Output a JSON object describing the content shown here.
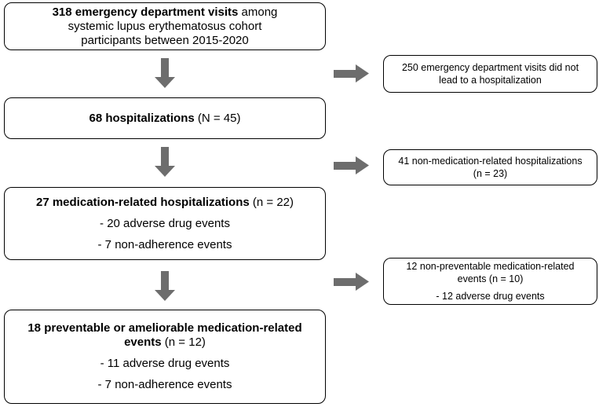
{
  "colors": {
    "arrow": "#6d6d6d",
    "border": "#000000",
    "background": "#ffffff",
    "text": "#000000"
  },
  "diagram": {
    "main_boxes": [
      {
        "bold": "318 emergency department visits",
        "regular": " among",
        "line2": "systemic lupus erythematosus cohort",
        "line3": "participants between 2015-2020"
      },
      {
        "bold": "68 hospitalizations",
        "regular": " (N = 45)"
      },
      {
        "bold": "27 medication-related hospitalizations",
        "regular": " (n = 22)",
        "bullet1": "- 20 adverse drug events",
        "bullet2": "- 7 non-adherence events"
      },
      {
        "bold_line1": "18 preventable or ameliorable medication-related",
        "bold_line2": "events",
        "regular": " (n = 12)",
        "bullet1": "- 11 adverse drug events",
        "bullet2": "- 7 non-adherence events"
      }
    ],
    "side_boxes": [
      {
        "line1": "250 emergency department visits did not",
        "line2": "lead to a hospitalization"
      },
      {
        "line1": "41 non-medication-related hospitalizations",
        "line2": "(n = 23)"
      },
      {
        "line1": "12 non-preventable medication-related",
        "line2": "events (n = 10)",
        "bullet": "- 12 adverse drug events"
      }
    ]
  }
}
